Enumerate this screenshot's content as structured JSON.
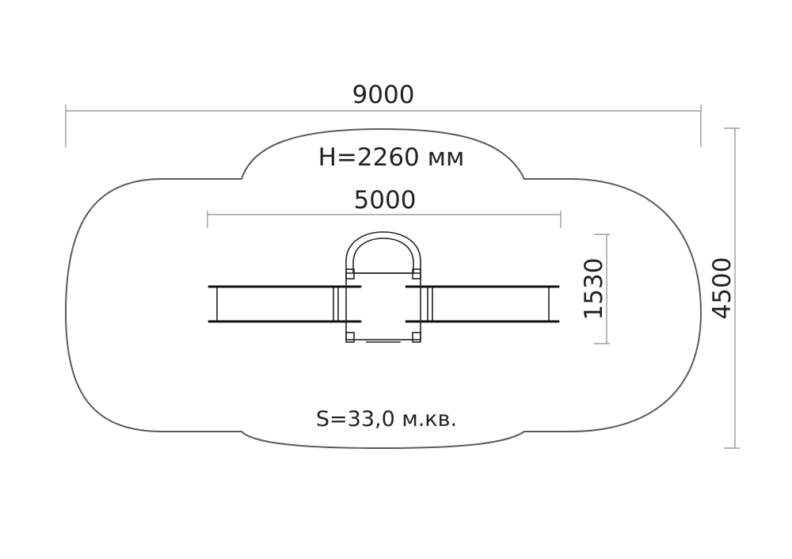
{
  "dimensions": {
    "overall_length": "9000",
    "overall_width": "4500",
    "equipment_length": "5000",
    "equipment_width": "1530"
  },
  "labels": {
    "height": "H=2260 мм",
    "area": "S=33,0 м.кв."
  }
}
